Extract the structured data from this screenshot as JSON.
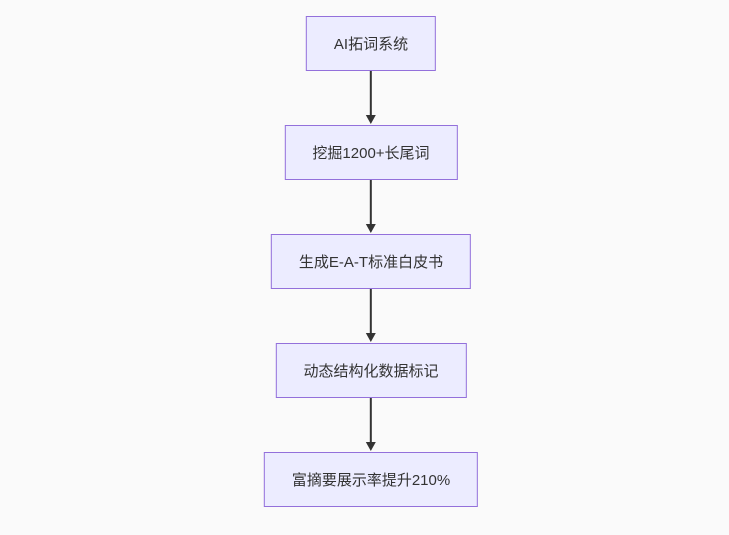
{
  "diagram": {
    "type": "flowchart",
    "direction": "top-down",
    "background_color": "#fafafa",
    "node_style": {
      "fill": "#ECECFF",
      "stroke": "#9370DB",
      "text_color": "#333333"
    },
    "edge_color": "#333333",
    "nodes": [
      {
        "label": "AI拓词系统"
      },
      {
        "label": "挖掘1200+长尾词"
      },
      {
        "label": "生成E-A-T标准白皮书"
      },
      {
        "label": "动态结构化数据标记"
      },
      {
        "label": "富摘要展示率提升210%"
      }
    ],
    "edges": [
      {
        "from": 0,
        "to": 1
      },
      {
        "from": 1,
        "to": 2
      },
      {
        "from": 2,
        "to": 3
      },
      {
        "from": 3,
        "to": 4
      }
    ]
  }
}
